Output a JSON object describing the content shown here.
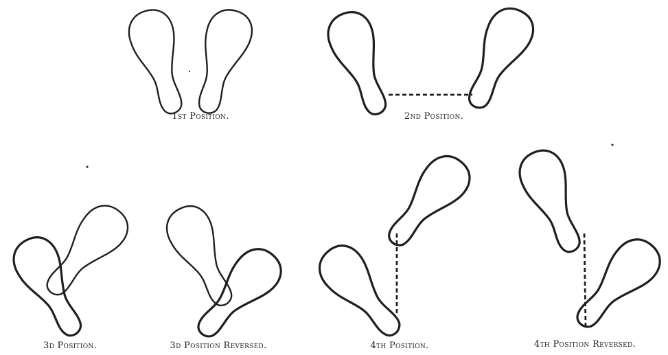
{
  "positions": [
    {
      "key": "first",
      "caption": "1st Position."
    },
    {
      "key": "second",
      "caption": "2nd Position."
    },
    {
      "key": "third",
      "caption": "3d Position."
    },
    {
      "key": "third_reversed",
      "caption": "3d Position Reversed."
    },
    {
      "key": "fourth",
      "caption": "4th Position."
    },
    {
      "key": "fourth_reversed",
      "caption": "4th Position Reversed."
    }
  ],
  "colors": {
    "ink": "#1f1f1f",
    "paper": "#ffffff"
  }
}
